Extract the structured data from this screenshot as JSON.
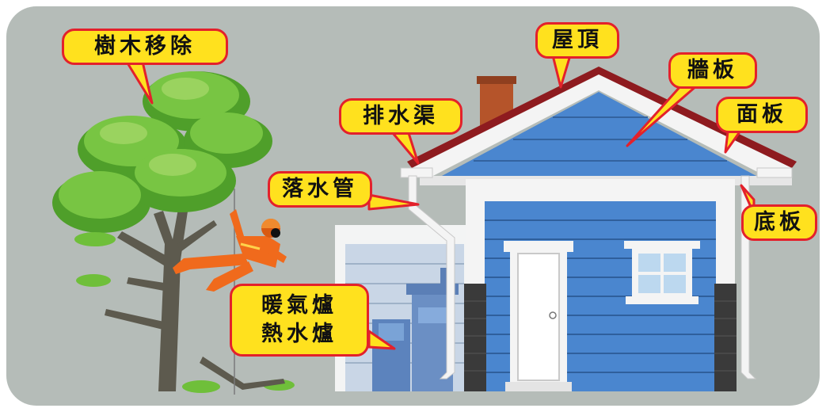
{
  "labels": {
    "tree_removal": "樹木移除",
    "roof": "屋頂",
    "siding": "牆板",
    "gutter": "排水渠",
    "fascia": "面板",
    "downspout": "落水管",
    "soffit": "底板",
    "furnace_line1": "暖氣爐",
    "furnace_line2": "熱水爐"
  },
  "colors": {
    "background": "#b5bcb8",
    "callout_fill": "#ffe11e",
    "callout_border": "#e3212b",
    "siding_blue": "#4a86cf",
    "roof_red": "#8e1b1f",
    "tree_green": "#6dbf3c",
    "worker_orange": "#f06a1c"
  },
  "icons": [
    "tree-illustration",
    "worker-illustration",
    "house-illustration",
    "furnace-illustration"
  ]
}
